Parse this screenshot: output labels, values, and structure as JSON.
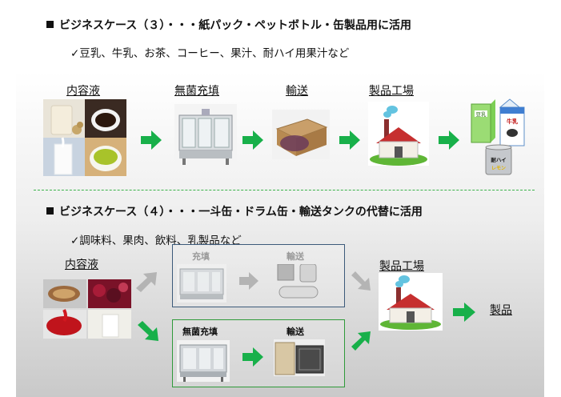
{
  "case3": {
    "title": "ビジネスケース（３）・・・紙パック・ペットボトル・缶製品用に活用",
    "examples": "✓豆乳、牛乳、お茶、コーヒー、果汁、耐ハイ用果汁など",
    "steps": {
      "content": "内容液",
      "aseptic_fill": "無菌充填",
      "transport": "輸送",
      "factory": "製品工場"
    },
    "package_texts": {
      "soy": "豆乳",
      "milk": "牛乳",
      "can_top": "耐ハイ",
      "can_bottom": "レモン"
    }
  },
  "case4": {
    "title": "ビジネスケース（４）・・・一斗缶・ドラム缶・輸送タンクの代替に活用",
    "examples": "✓調味料、果肉、飲料、乳製品など",
    "steps": {
      "content": "内容液",
      "old_fill": "充填",
      "old_transport": "輸送",
      "aseptic_fill": "無菌充填",
      "new_transport": "輸送",
      "factory": "製品工場",
      "product": "製品"
    }
  },
  "colors": {
    "arrow_green": "#18b04a",
    "arrow_gray": "#b4b4b4",
    "divider": "#3bb34a",
    "old_box": "#3c5a7a",
    "new_box": "#2f9a3a"
  }
}
